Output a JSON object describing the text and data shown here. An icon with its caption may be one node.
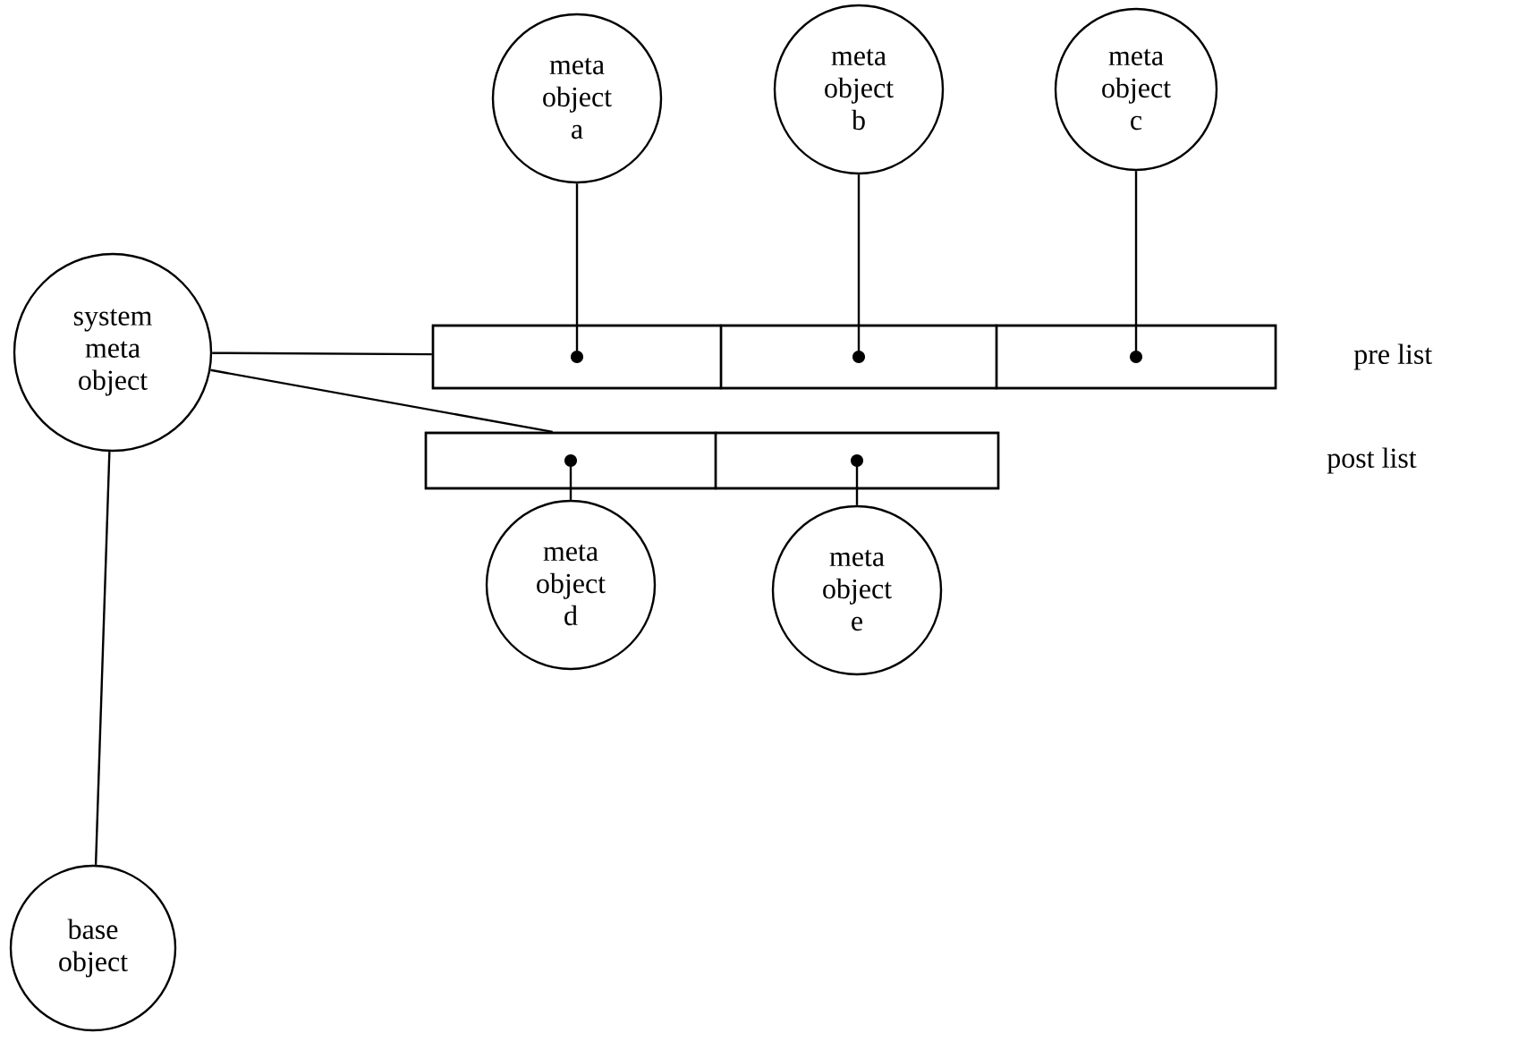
{
  "diagram": {
    "nodes": [
      {
        "text": [
          "system meta object"
        ]
      },
      {
        "text": [
          "meta object a"
        ]
      },
      {
        "text": [
          "meta object b"
        ]
      },
      {
        "text": [
          "meta object c"
        ]
      },
      {
        "text": [],
        "shape": "box"
      },
      {
        "text": [],
        "shape": "box",
        "in": 4
      },
      {
        "text": [],
        "shape": "box",
        "in": 4
      },
      {
        "text": [],
        "shape": "box",
        "in": 4
      },
      {
        "text": [],
        "shape": "box"
      },
      {
        "text": [],
        "shape": "box",
        "in": 8
      },
      {
        "text": [],
        "shape": "box",
        "in": 8
      },
      {
        "text": [
          "meta object d"
        ]
      },
      {
        "text": [
          "meta object e"
        ]
      },
      {
        "text": [
          "base object"
        ]
      }
    ],
    "edges": [
      {
        "from": 0,
        "to": 4,
        "arrow": "none"
      },
      {
        "from": 0,
        "to": 8,
        "arrow": "none"
      },
      {
        "from": 1,
        "to": 5,
        "arrow": "other"
      },
      {
        "from": 2,
        "to": 6,
        "arrow": "other"
      },
      {
        "from": 3,
        "to": 7,
        "arrow": "other"
      },
      {
        "from": 11,
        "to": 9,
        "arrow": "other"
      },
      {
        "from": 12,
        "to": 10,
        "arrow": "other"
      },
      {
        "from": 13,
        "to": 0,
        "arrow": "none"
      }
    ],
    "labels": [
      "pre list",
      "post list"
    ]
  }
}
